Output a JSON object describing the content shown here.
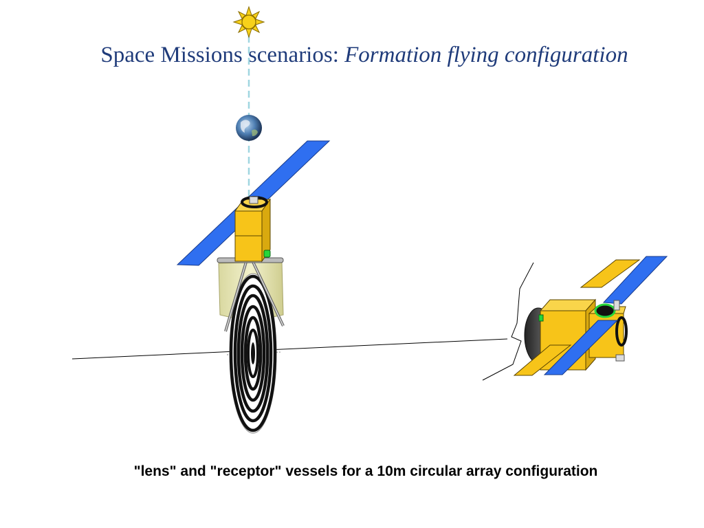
{
  "slide": {
    "title_main": "Space Missions scenarios: ",
    "title_emphasis": "Formation flying configuration",
    "caption": "\"lens\" and \"receptor\" vessels for a 10m circular array configuration"
  },
  "colors": {
    "title": "#1f3b7a",
    "solar_panel": "#2f6ff0",
    "spacecraft_body": "#f7c419",
    "sun": "#f7d11a",
    "beam": "#9fd6e0",
    "fresnel_lens": "#111111"
  },
  "icons": {
    "sun": "sun-icon",
    "earth": "earth-icon"
  }
}
